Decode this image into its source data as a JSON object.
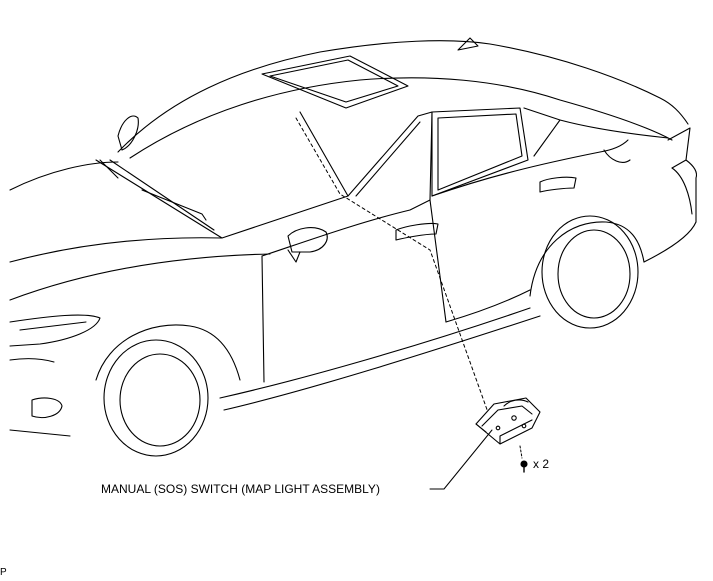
{
  "diagram": {
    "part_label": "MANUAL (SOS) SWITCH (MAP LIGHT ASSEMBLY)",
    "screw_quantity": "x 2",
    "figure_code": "P",
    "line_color": "#000000",
    "background_color": "#ffffff"
  }
}
